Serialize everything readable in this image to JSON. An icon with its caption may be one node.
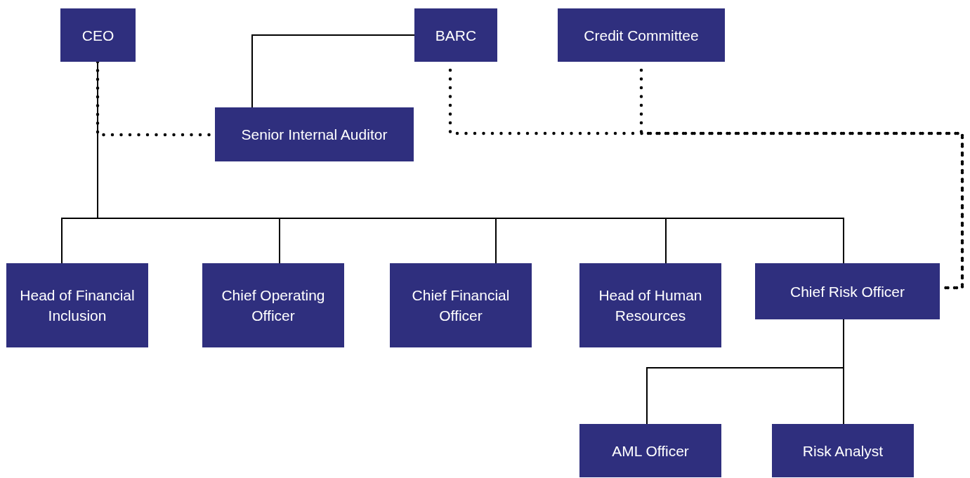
{
  "diagram": {
    "nodes": [
      {
        "text": [
          "CEO"
        ]
      },
      {
        "text": [
          "BARC"
        ]
      },
      {
        "text": [
          "Credit Committee"
        ]
      },
      {
        "text": [
          "Senior Internal Auditor"
        ]
      },
      {
        "text": [
          "Head of Financial Inclusion"
        ]
      },
      {
        "text": [
          "Chief Operating Officer"
        ]
      },
      {
        "text": [
          "Chief Financial Officer"
        ]
      },
      {
        "text": [
          "Head of Human Resources"
        ]
      },
      {
        "text": [
          "Chief Risk Officer"
        ]
      },
      {
        "text": [
          "AML Officer"
        ]
      },
      {
        "text": [
          "Risk Analyst"
        ]
      }
    ],
    "edges": [
      {
        "from": 0,
        "to": 4,
        "arrow": "none"
      },
      {
        "from": 0,
        "to": 5,
        "arrow": "none"
      },
      {
        "from": 0,
        "to": 6,
        "arrow": "none"
      },
      {
        "from": 0,
        "to": 7,
        "arrow": "none"
      },
      {
        "from": 0,
        "to": 8,
        "arrow": "none"
      },
      {
        "from": 1,
        "to": 3,
        "arrow": "none"
      },
      {
        "from": 0,
        "to": 3,
        "arrow": "none",
        "style": "dashed"
      },
      {
        "from": 1,
        "to": 8,
        "arrow": "none",
        "style": "dashed"
      },
      {
        "from": 2,
        "to": 8,
        "arrow": "none",
        "style": "dashed"
      },
      {
        "from": 8,
        "to": 9,
        "arrow": "none"
      },
      {
        "from": 8,
        "to": 10,
        "arrow": "none"
      }
    ]
  }
}
